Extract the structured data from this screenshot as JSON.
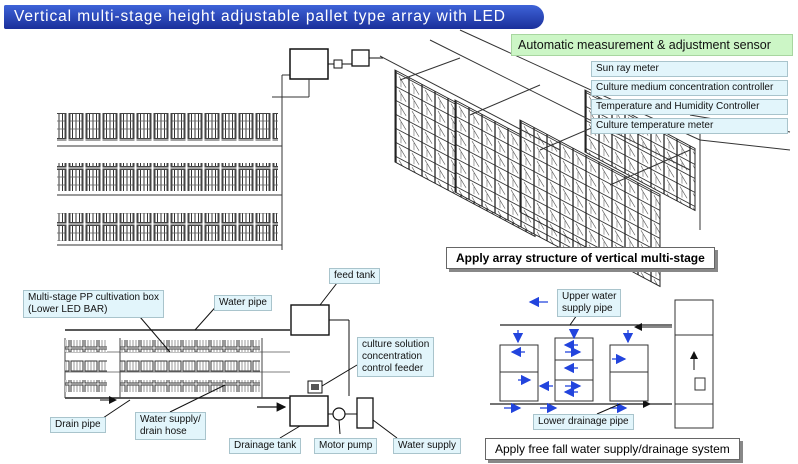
{
  "banner": {
    "title": "Vertical multi-stage height adjustable pallet type array with LED"
  },
  "sensor": {
    "heading": "Automatic measurement & adjustment sensor",
    "items": [
      "Sun ray meter",
      "Culture medium concentration controller",
      "Temperature and Humidity Controller",
      "Culture temperature meter"
    ]
  },
  "captions": {
    "array": "Apply array structure of vertical multi-stage",
    "freefall": "Apply free fall water supply/drainage system"
  },
  "labels": {
    "feed_tank": "feed tank",
    "multistage_line1": "Multi-stage PP cultivation box",
    "multistage_line2": "(Lower LED BAR)",
    "water_pipe": "Water pipe",
    "culture_line1": "culture solution",
    "culture_line2": "concentration",
    "culture_line3": "control feeder",
    "drain_pipe": "Drain pipe",
    "hose_line1": "Water supply/",
    "hose_line2": "drain hose",
    "drainage_tank": "Drainage tank",
    "motor_pump": "Motor pump",
    "water_supply": "Water supply",
    "upper_line1": "Upper water",
    "upper_line2": "supply pipe",
    "lower_drain": "Lower drainage pipe"
  }
}
